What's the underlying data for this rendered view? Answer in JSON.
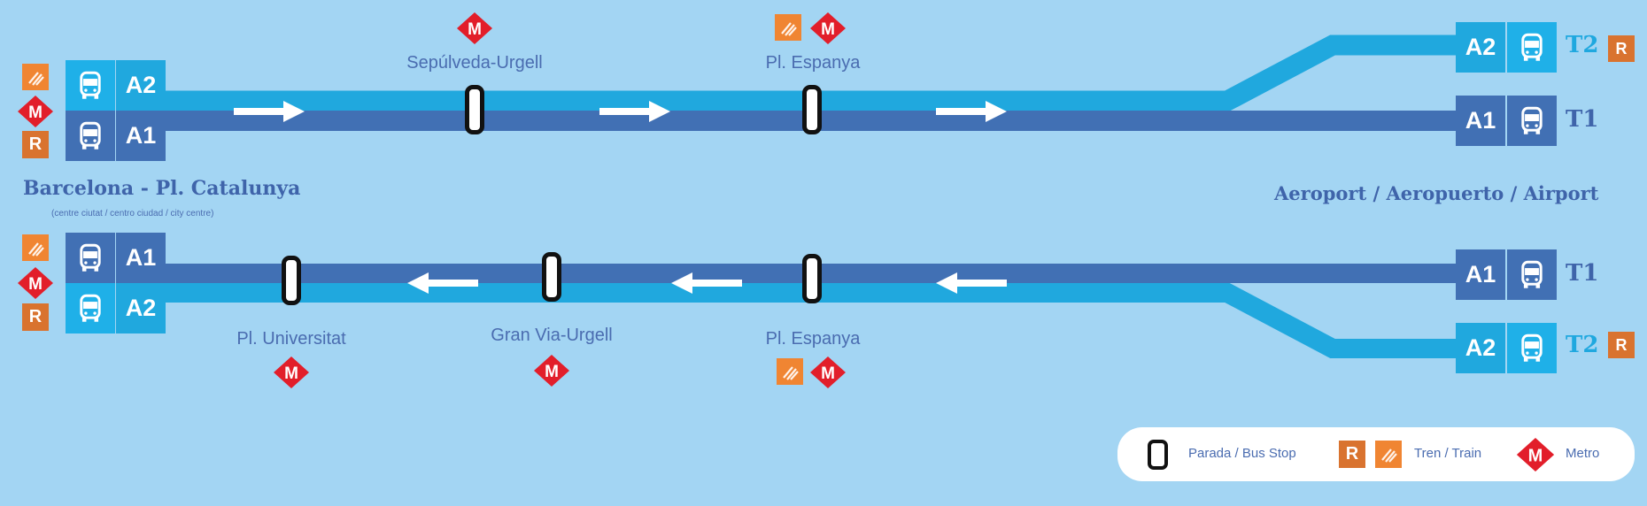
{
  "colors": {
    "background": "#a3d5f3",
    "line_a2": "#20a8de",
    "line_a1": "#4170b4",
    "train": "#f08532",
    "rodalies": "#d9732f",
    "metro": "#e21e2a",
    "text": "#3f64aa"
  },
  "routes": {
    "a1": "A1",
    "a2": "A2"
  },
  "origin": {
    "name": "Barcelona - Pl. Catalunya",
    "subtitle": "(centre ciutat / centro ciudad / city centre)"
  },
  "destination": {
    "name": "Aeroport / Aeropuerto / Airport",
    "t1": "T1",
    "t2": "T2"
  },
  "outbound_stops": [
    {
      "name": "Sepúlveda-Urgell",
      "connections": [
        "metro"
      ]
    },
    {
      "name": "Pl. Espanya",
      "connections": [
        "train",
        "metro"
      ]
    }
  ],
  "inbound_stops": [
    {
      "name": "Pl. Universitat",
      "connections": [
        "metro"
      ]
    },
    {
      "name": "Gran Via-Urgell",
      "connections": [
        "metro"
      ]
    },
    {
      "name": "Pl. Espanya",
      "connections": [
        "train",
        "metro"
      ]
    }
  ],
  "icons": {
    "rodalies": "R",
    "metro": "M"
  },
  "legend": {
    "bus_stop": "Parada / Bus Stop",
    "train": "Tren / Train",
    "metro": "Metro"
  }
}
